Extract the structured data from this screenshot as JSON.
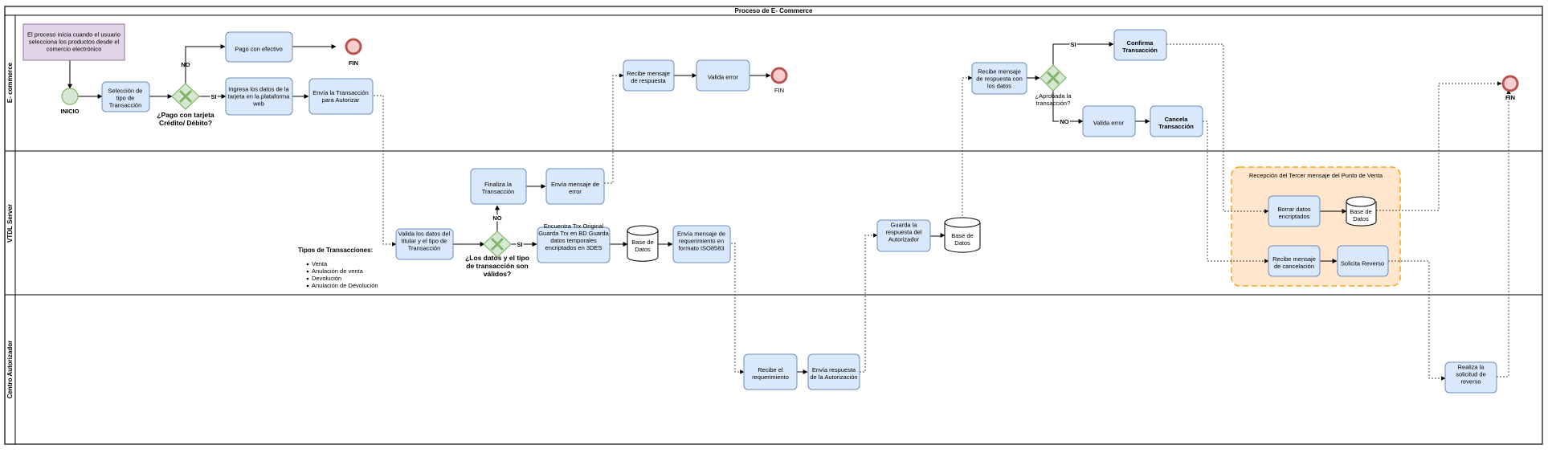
{
  "title": "Proceso de E- Commerce",
  "lanes": [
    "E- commerce",
    "VTDL Server",
    "Centro Autorizador"
  ],
  "note": "El proceso inicia cuando el usuario selecciona los productos desde el comercio electrónico",
  "events": {
    "inicio": "INICIO",
    "fin_1": "FIN",
    "fin_2": "FIN",
    "fin_3": "FIN"
  },
  "tasks": {
    "seleccion": "Selección de tipo de Transacción",
    "pago_efectivo": "Pago con efectivo",
    "ingresa_datos": "Ingresa los datos de la tarjeta en la plataforma web",
    "envia_transaccion": "Envía la Transacción para Autorizar",
    "recibe_mensaje": "Recibe mensaje de respuesta",
    "valida_error_1": "Valida error",
    "recibe_mensaje_datos": "Recibe mensaje de respuesta con los datos",
    "confirma": "Confirma Transacción",
    "valida_error_2": "Valida error",
    "cancela": "Cancela Transacción",
    "valida_datos": "Valida los datos del titular y el tipo de Transacción",
    "finaliza": "Finaliza la Transacción",
    "envia_error": "Envía mensaje de error",
    "encuentra": "Encuentra Trx Original Guarda Trx en BD Guarda datos temporales encriptados en 3DES",
    "envia_requerimiento": "Envía mensaje de requerimiento en formato ISO8583",
    "guarda_respuesta": "Guarda la respuesta del Autorizador",
    "borrar_datos": "Borrar datos encriptados",
    "recibe_cancelacion": "Recibe mensaje de cancelación",
    "solicita_reverso": "Solicita Reverso",
    "recibe_requerimiento": "Recibe el requerimiento",
    "envia_respuesta": "Envía respuesta de la Autorización",
    "realiza_reverso": "Realiza la solicitud de reverso"
  },
  "databases": {
    "db1": "Base de Datos",
    "db2": "Base de Datos",
    "db3": "Base de Datos"
  },
  "gateways": {
    "g1": "¿Pago con tarjeta Crédito/ Débito?",
    "g2": "¿Los datos y el tipo de transacción son válidos?",
    "g3": "¿Aprobada la transacción?"
  },
  "edge_labels": {
    "g1_no": "NO",
    "g1_si": "SI",
    "g2_no": "NO",
    "g2_si": "SI",
    "g3_si": "SI",
    "g3_no": "NO"
  },
  "group_title": "Recepción del Tercer mensaje del Punto de Venta",
  "tipos": {
    "title": "Tipos de Transacciones:",
    "items": [
      "Venta",
      "Anulación de venta",
      "Devolución",
      "Anulación de Devolución"
    ]
  },
  "colors": {
    "task_fill": "#dae8fc",
    "task_stroke": "#6c8ebf",
    "note_fill": "#e1d5e7",
    "note_stroke": "#9673a6",
    "start_fill": "#d5e8d4",
    "start_stroke": "#82b366",
    "end_fill": "#f8cecc",
    "end_stroke": "#b85450",
    "group_fill": "#ffe6cc",
    "group_stroke": "#f5a623"
  }
}
